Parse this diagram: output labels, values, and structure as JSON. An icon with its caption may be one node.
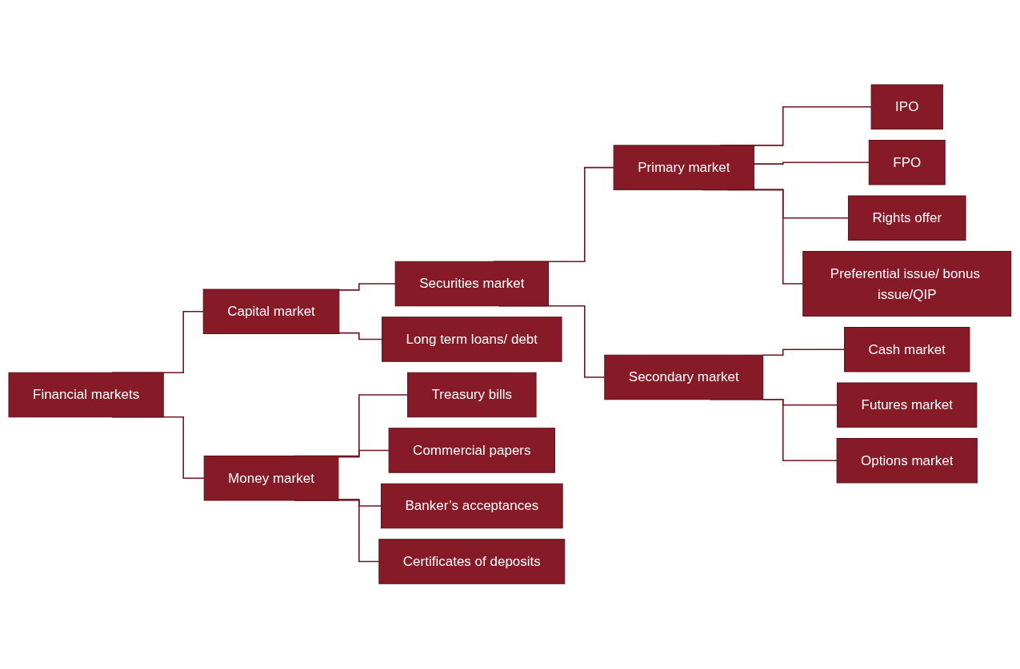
{
  "diagram": {
    "nodes": [
      {
        "text": [
          "Financial markets"
        ]
      },
      {
        "text": [
          "Capital market"
        ]
      },
      {
        "text": [
          "Money market"
        ]
      },
      {
        "text": [
          "Securities market"
        ]
      },
      {
        "text": [
          "Long term loans/ debt"
        ]
      },
      {
        "text": [
          "Treasury bills"
        ]
      },
      {
        "text": [
          "Commercial papers"
        ]
      },
      {
        "text": [
          "Banker’s acceptances"
        ]
      },
      {
        "text": [
          "Certificates of deposits"
        ]
      },
      {
        "text": [
          "Primary market"
        ]
      },
      {
        "text": [
          "Secondary market"
        ]
      },
      {
        "text": [
          "IPO"
        ]
      },
      {
        "text": [
          "FPO"
        ]
      },
      {
        "text": [
          "Rights offer"
        ]
      },
      {
        "text": [
          "Preferential issue/ bonus issue/QIP"
        ]
      },
      {
        "text": [
          "Cash market"
        ]
      },
      {
        "text": [
          "Futures market"
        ]
      },
      {
        "text": [
          "Options market"
        ]
      }
    ],
    "edges": [
      {
        "from": 0,
        "to": 1,
        "arrow": "none"
      },
      {
        "from": 0,
        "to": 2,
        "arrow": "none"
      },
      {
        "from": 1,
        "to": 3,
        "arrow": "none"
      },
      {
        "from": 1,
        "to": 4,
        "arrow": "none"
      },
      {
        "from": 2,
        "to": 5,
        "arrow": "none"
      },
      {
        "from": 2,
        "to": 6,
        "arrow": "none"
      },
      {
        "from": 2,
        "to": 7,
        "arrow": "none"
      },
      {
        "from": 2,
        "to": 8,
        "arrow": "none"
      },
      {
        "from": 3,
        "to": 9,
        "arrow": "none"
      },
      {
        "from": 3,
        "to": 10,
        "arrow": "none"
      },
      {
        "from": 9,
        "to": 11,
        "arrow": "none"
      },
      {
        "from": 9,
        "to": 12,
        "arrow": "none"
      },
      {
        "from": 9,
        "to": 13,
        "arrow": "none"
      },
      {
        "from": 9,
        "to": 14,
        "arrow": "none"
      },
      {
        "from": 10,
        "to": 15,
        "arrow": "none"
      },
      {
        "from": 10,
        "to": 16,
        "arrow": "none"
      },
      {
        "from": 10,
        "to": 17,
        "arrow": "none"
      }
    ]
  }
}
